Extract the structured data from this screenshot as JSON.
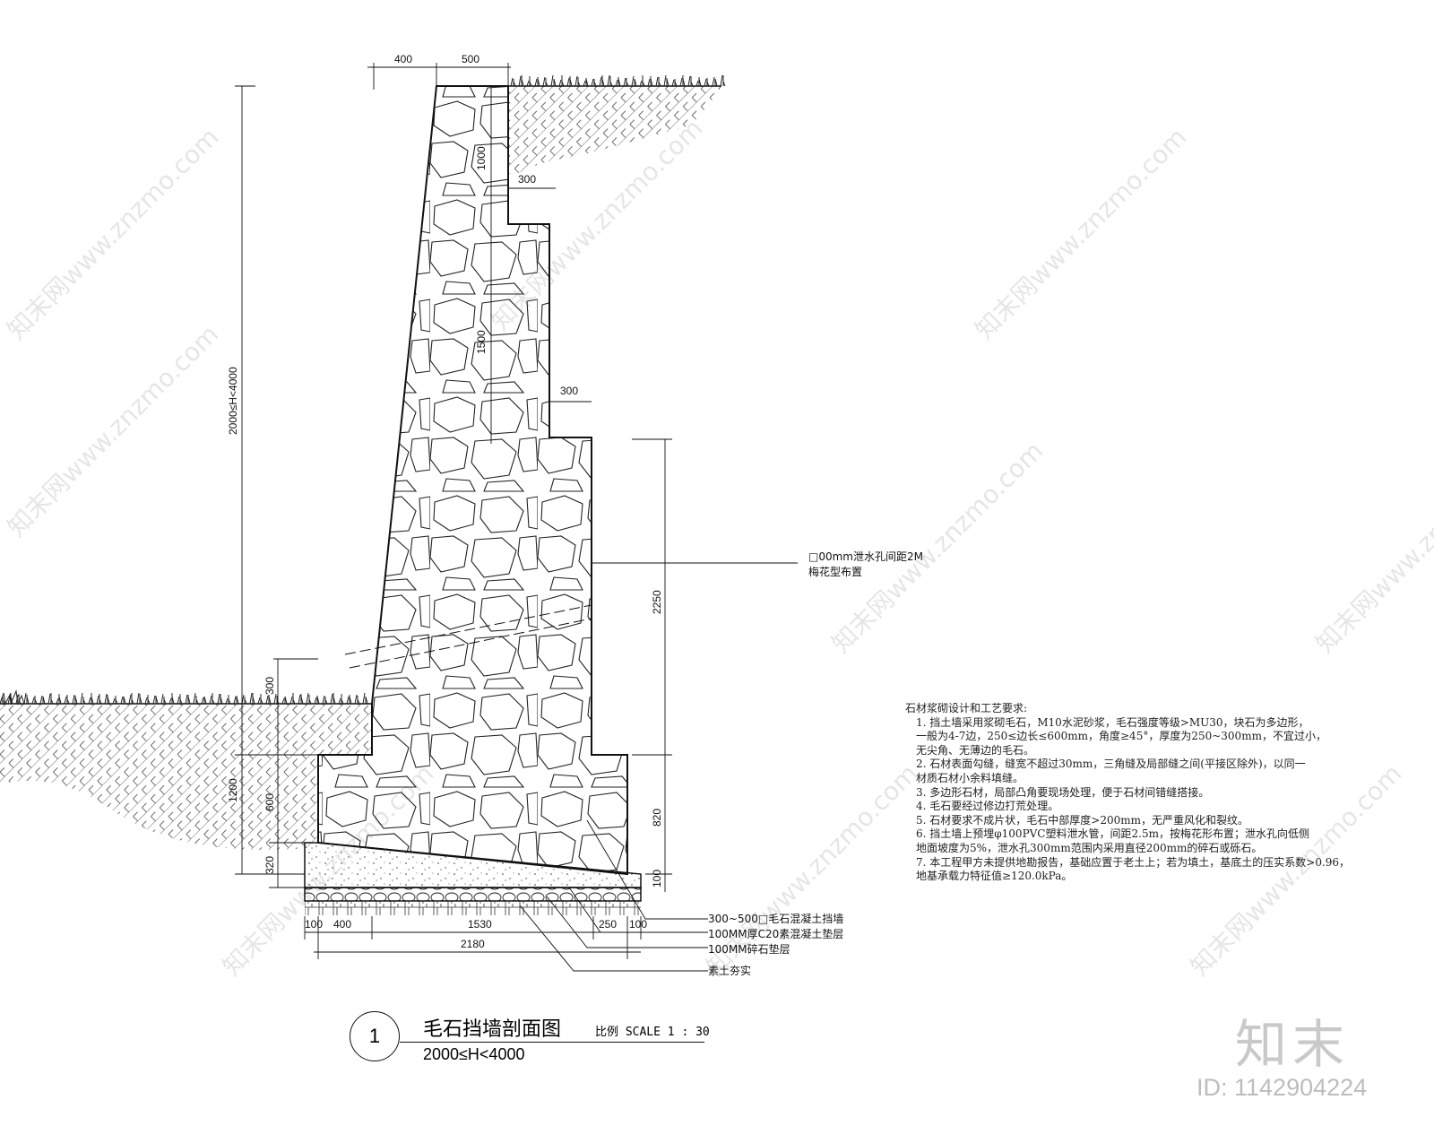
{
  "drawing": {
    "title": "毛石挡墙剖面图",
    "number": "1",
    "scale": "比例 SCALE 1 : 30",
    "subtitle": "2000≤H<4000"
  },
  "dimensions": {
    "top_400": "400",
    "top_500": "500",
    "step_1000": "1000",
    "step_300a": "300",
    "step_1500": "1500",
    "step_300b": "300",
    "right_2250": "2250",
    "right_820": "820",
    "right_100": "100",
    "left_height": "2000≤H<4000",
    "left_300": "300",
    "left_1200": "1200",
    "left_600": "600",
    "left_320": "320",
    "bottom_100a": "100",
    "bottom_400": "400",
    "bottom_1530": "1530",
    "bottom_250": "250",
    "bottom_100b": "100",
    "bottom_2180": "2180"
  },
  "callouts": {
    "drain_line1": "□00mm泄水孔间距2M",
    "drain_line2": "梅花型布置",
    "layer_wall": "300~500□毛石混凝土挡墙",
    "layer_concrete": "100MM厚C20素混凝土垫层",
    "layer_gravel": "100MM碎石垫层",
    "layer_soil": "素土夯实"
  },
  "notes": {
    "heading": "石材浆砌设计和工艺要求:",
    "items": [
      [
        "1. 挡土墙采用浆砌毛石，M10水泥砂浆，毛石强度等级>MU30，块石为多边形，",
        "一般为4-7边，250≤边长≤600mm，角度≥45°，厚度为250~300mm，不宜过小，",
        "无尖角、无薄边的毛石。"
      ],
      [
        "2. 石材表面勾缝，缝宽不超过30mm，三角缝及局部缝之间(平接区除外)，以同一",
        "材质石材小余料填缝。"
      ],
      [
        "3. 多边形石材，局部凸角要现场处理，便于石材间错缝搭接。"
      ],
      [
        "4. 毛石要经过修边打荒处理。"
      ],
      [
        "5. 石材要求不成片状，毛石中部厚度>200mm，无严重风化和裂纹。"
      ],
      [
        "6. 挡土墙上预埋φ100PVC塑料泄水管，间距2.5m，按梅花形布置；泄水孔向低侧",
        "地面坡度为5%，泄水孔300mm范围内采用直径200mm的碎石或砾石。"
      ],
      [
        "7. 本工程甲方未提供地勘报告，基础应置于老土上；若为填土，基底土的压实系数>0.96，",
        "地基承载力特征值≥120.0kPa。"
      ]
    ]
  },
  "watermark": {
    "logo": "知末",
    "id": "ID: 1142904224"
  }
}
